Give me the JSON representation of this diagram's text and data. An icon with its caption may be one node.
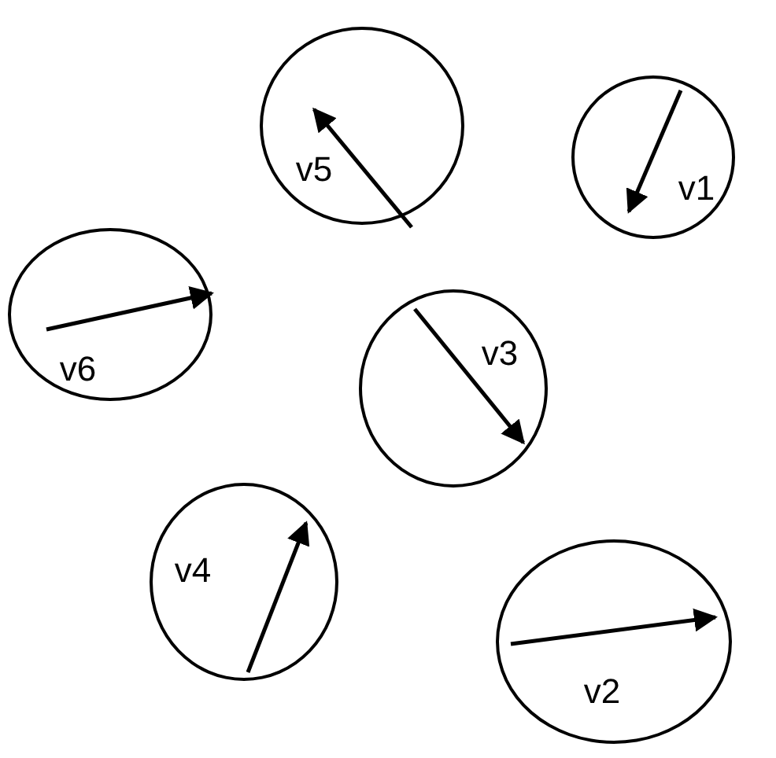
{
  "diagram": {
    "nodes": [
      {
        "text": [
          "v5"
        ]
      },
      {
        "text": [
          "v1"
        ]
      },
      {
        "text": [
          "v6"
        ]
      },
      {
        "text": [
          "v3"
        ]
      },
      {
        "text": [
          "v4"
        ]
      },
      {
        "text": [
          "v2"
        ]
      }
    ]
  }
}
